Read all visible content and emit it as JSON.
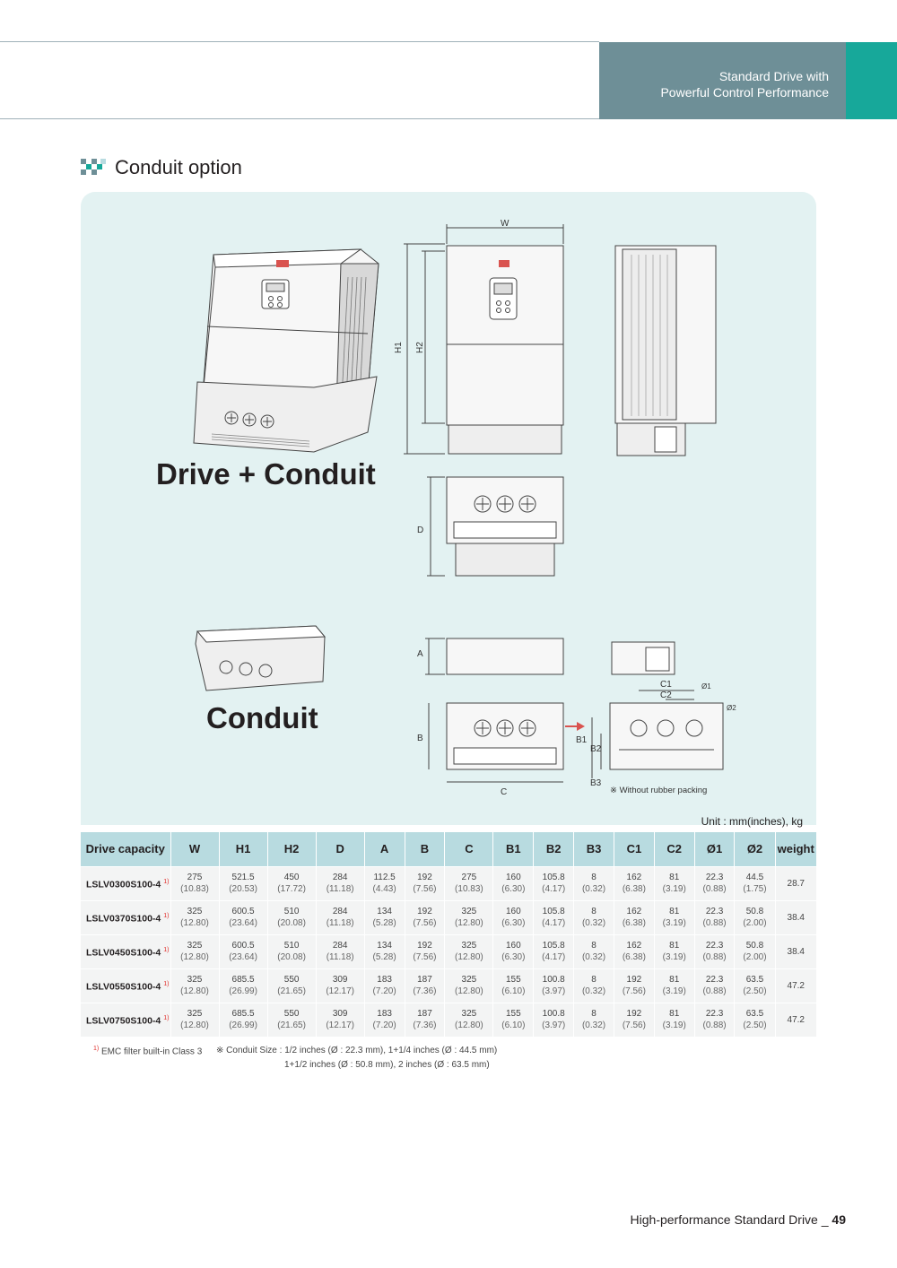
{
  "header": {
    "line1": "Standard Drive with",
    "line2": "Powerful Control Performance"
  },
  "section": {
    "title": "Conduit option"
  },
  "diagram": {
    "drive_conduit_label": "Drive + Conduit",
    "conduit_label": "Conduit",
    "dim_labels": {
      "W": "W",
      "H1": "H1",
      "H2": "H2",
      "D": "D",
      "A": "A",
      "B": "B",
      "C": "C",
      "B1": "B1",
      "B2": "B2",
      "B3": "B3",
      "C1": "C1",
      "C2": "C2",
      "O1": "Ø1",
      "O2": "Ø2"
    },
    "note": "※ Without rubber packing"
  },
  "table": {
    "unit": "Unit : mm(inches), kg",
    "headers": [
      "Drive capacity",
      "W",
      "H1",
      "H2",
      "D",
      "A",
      "B",
      "C",
      "B1",
      "B2",
      "B3",
      "C1",
      "C2",
      "Ø1",
      "Ø2",
      "weight"
    ],
    "rows": [
      {
        "model": "LSLV0300S100-4",
        "vals": [
          "275",
          "521.5",
          "450",
          "284",
          "112.5",
          "192",
          "275",
          "160",
          "105.8",
          "8",
          "162",
          "81",
          "22.3",
          "44.5"
        ],
        "subs": [
          "(10.83)",
          "(20.53)",
          "(17.72)",
          "(11.18)",
          "(4.43)",
          "(7.56)",
          "(10.83)",
          "(6.30)",
          "(4.17)",
          "(0.32)",
          "(6.38)",
          "(3.19)",
          "(0.88)",
          "(1.75)"
        ],
        "weight": "28.7"
      },
      {
        "model": "LSLV0370S100-4",
        "vals": [
          "325",
          "600.5",
          "510",
          "284",
          "134",
          "192",
          "325",
          "160",
          "105.8",
          "8",
          "162",
          "81",
          "22.3",
          "50.8"
        ],
        "subs": [
          "(12.80)",
          "(23.64)",
          "(20.08)",
          "(11.18)",
          "(5.28)",
          "(7.56)",
          "(12.80)",
          "(6.30)",
          "(4.17)",
          "(0.32)",
          "(6.38)",
          "(3.19)",
          "(0.88)",
          "(2.00)"
        ],
        "weight": "38.4"
      },
      {
        "model": "LSLV0450S100-4",
        "vals": [
          "325",
          "600.5",
          "510",
          "284",
          "134",
          "192",
          "325",
          "160",
          "105.8",
          "8",
          "162",
          "81",
          "22.3",
          "50.8"
        ],
        "subs": [
          "(12.80)",
          "(23.64)",
          "(20.08)",
          "(11.18)",
          "(5.28)",
          "(7.56)",
          "(12.80)",
          "(6.30)",
          "(4.17)",
          "(0.32)",
          "(6.38)",
          "(3.19)",
          "(0.88)",
          "(2.00)"
        ],
        "weight": "38.4"
      },
      {
        "model": "LSLV0550S100-4",
        "vals": [
          "325",
          "685.5",
          "550",
          "309",
          "183",
          "187",
          "325",
          "155",
          "100.8",
          "8",
          "192",
          "81",
          "22.3",
          "63.5"
        ],
        "subs": [
          "(12.80)",
          "(26.99)",
          "(21.65)",
          "(12.17)",
          "(7.20)",
          "(7.36)",
          "(12.80)",
          "(6.10)",
          "(3.97)",
          "(0.32)",
          "(7.56)",
          "(3.19)",
          "(0.88)",
          "(2.50)"
        ],
        "weight": "47.2"
      },
      {
        "model": "LSLV0750S100-4",
        "vals": [
          "325",
          "685.5",
          "550",
          "309",
          "183",
          "187",
          "325",
          "155",
          "100.8",
          "8",
          "192",
          "81",
          "22.3",
          "63.5"
        ],
        "subs": [
          "(12.80)",
          "(26.99)",
          "(21.65)",
          "(12.17)",
          "(7.20)",
          "(7.36)",
          "(12.80)",
          "(6.10)",
          "(3.97)",
          "(0.32)",
          "(7.56)",
          "(3.19)",
          "(0.88)",
          "(2.50)"
        ],
        "weight": "47.2"
      }
    ],
    "footnote_mark": "1)"
  },
  "footnotes": {
    "emc": "EMC filter built-in Class 3",
    "conduit_size_1": "※ Conduit Size : 1/2 inches (Ø : 22.3 mm), 1+1/4 inches (Ø : 44.5 mm)",
    "conduit_size_2": "1+1/2 inches (Ø : 50.8 mm), 2 inches (Ø : 63.5 mm)"
  },
  "footer": {
    "text": "High-performance Standard Drive _",
    "page": "49"
  },
  "colors": {
    "header_band": "#6e8f97",
    "header_accent": "#17a89a",
    "panel_bg": "#e3f2f2",
    "table_header": "#b8dbe0",
    "footnote_red": "#e0312e"
  }
}
